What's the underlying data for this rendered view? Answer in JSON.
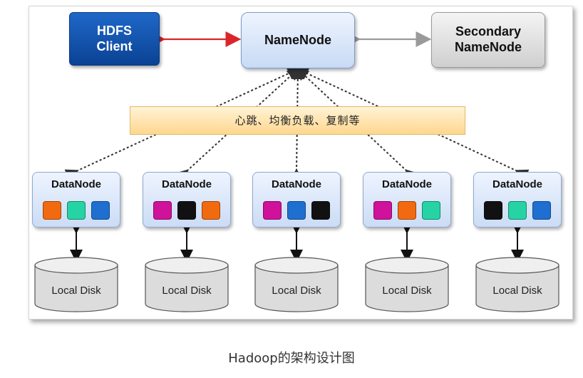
{
  "nodes": {
    "hdfs_client": "HDFS\nClient",
    "namenode": "NameNode",
    "secondary_namenode": "Secondary\nNameNode"
  },
  "banner": "心跳、均衡负载、复制等",
  "datanodes": [
    {
      "label": "DataNode",
      "blocks": [
        "#f26a10",
        "#26d3a4",
        "#1f6fd1"
      ]
    },
    {
      "label": "DataNode",
      "blocks": [
        "#d0119a",
        "#111111",
        "#f26a10"
      ]
    },
    {
      "label": "DataNode",
      "blocks": [
        "#d0119a",
        "#1f6fd1",
        "#111111"
      ]
    },
    {
      "label": "DataNode",
      "blocks": [
        "#d0119a",
        "#f26a10",
        "#26d3a4"
      ]
    },
    {
      "label": "DataNode",
      "blocks": [
        "#111111",
        "#26d3a4",
        "#1f6fd1"
      ]
    }
  ],
  "disks": [
    "Local Disk",
    "Local Disk",
    "Local Disk",
    "Local Disk",
    "Local Disk"
  ],
  "caption": "Hadoop的架构设计图",
  "colors": {
    "client_to_namenode_arrow": "#d8262b",
    "namenode_to_secondary_arrow": "#9a9a9a",
    "heartbeat_lines": "#333333"
  }
}
